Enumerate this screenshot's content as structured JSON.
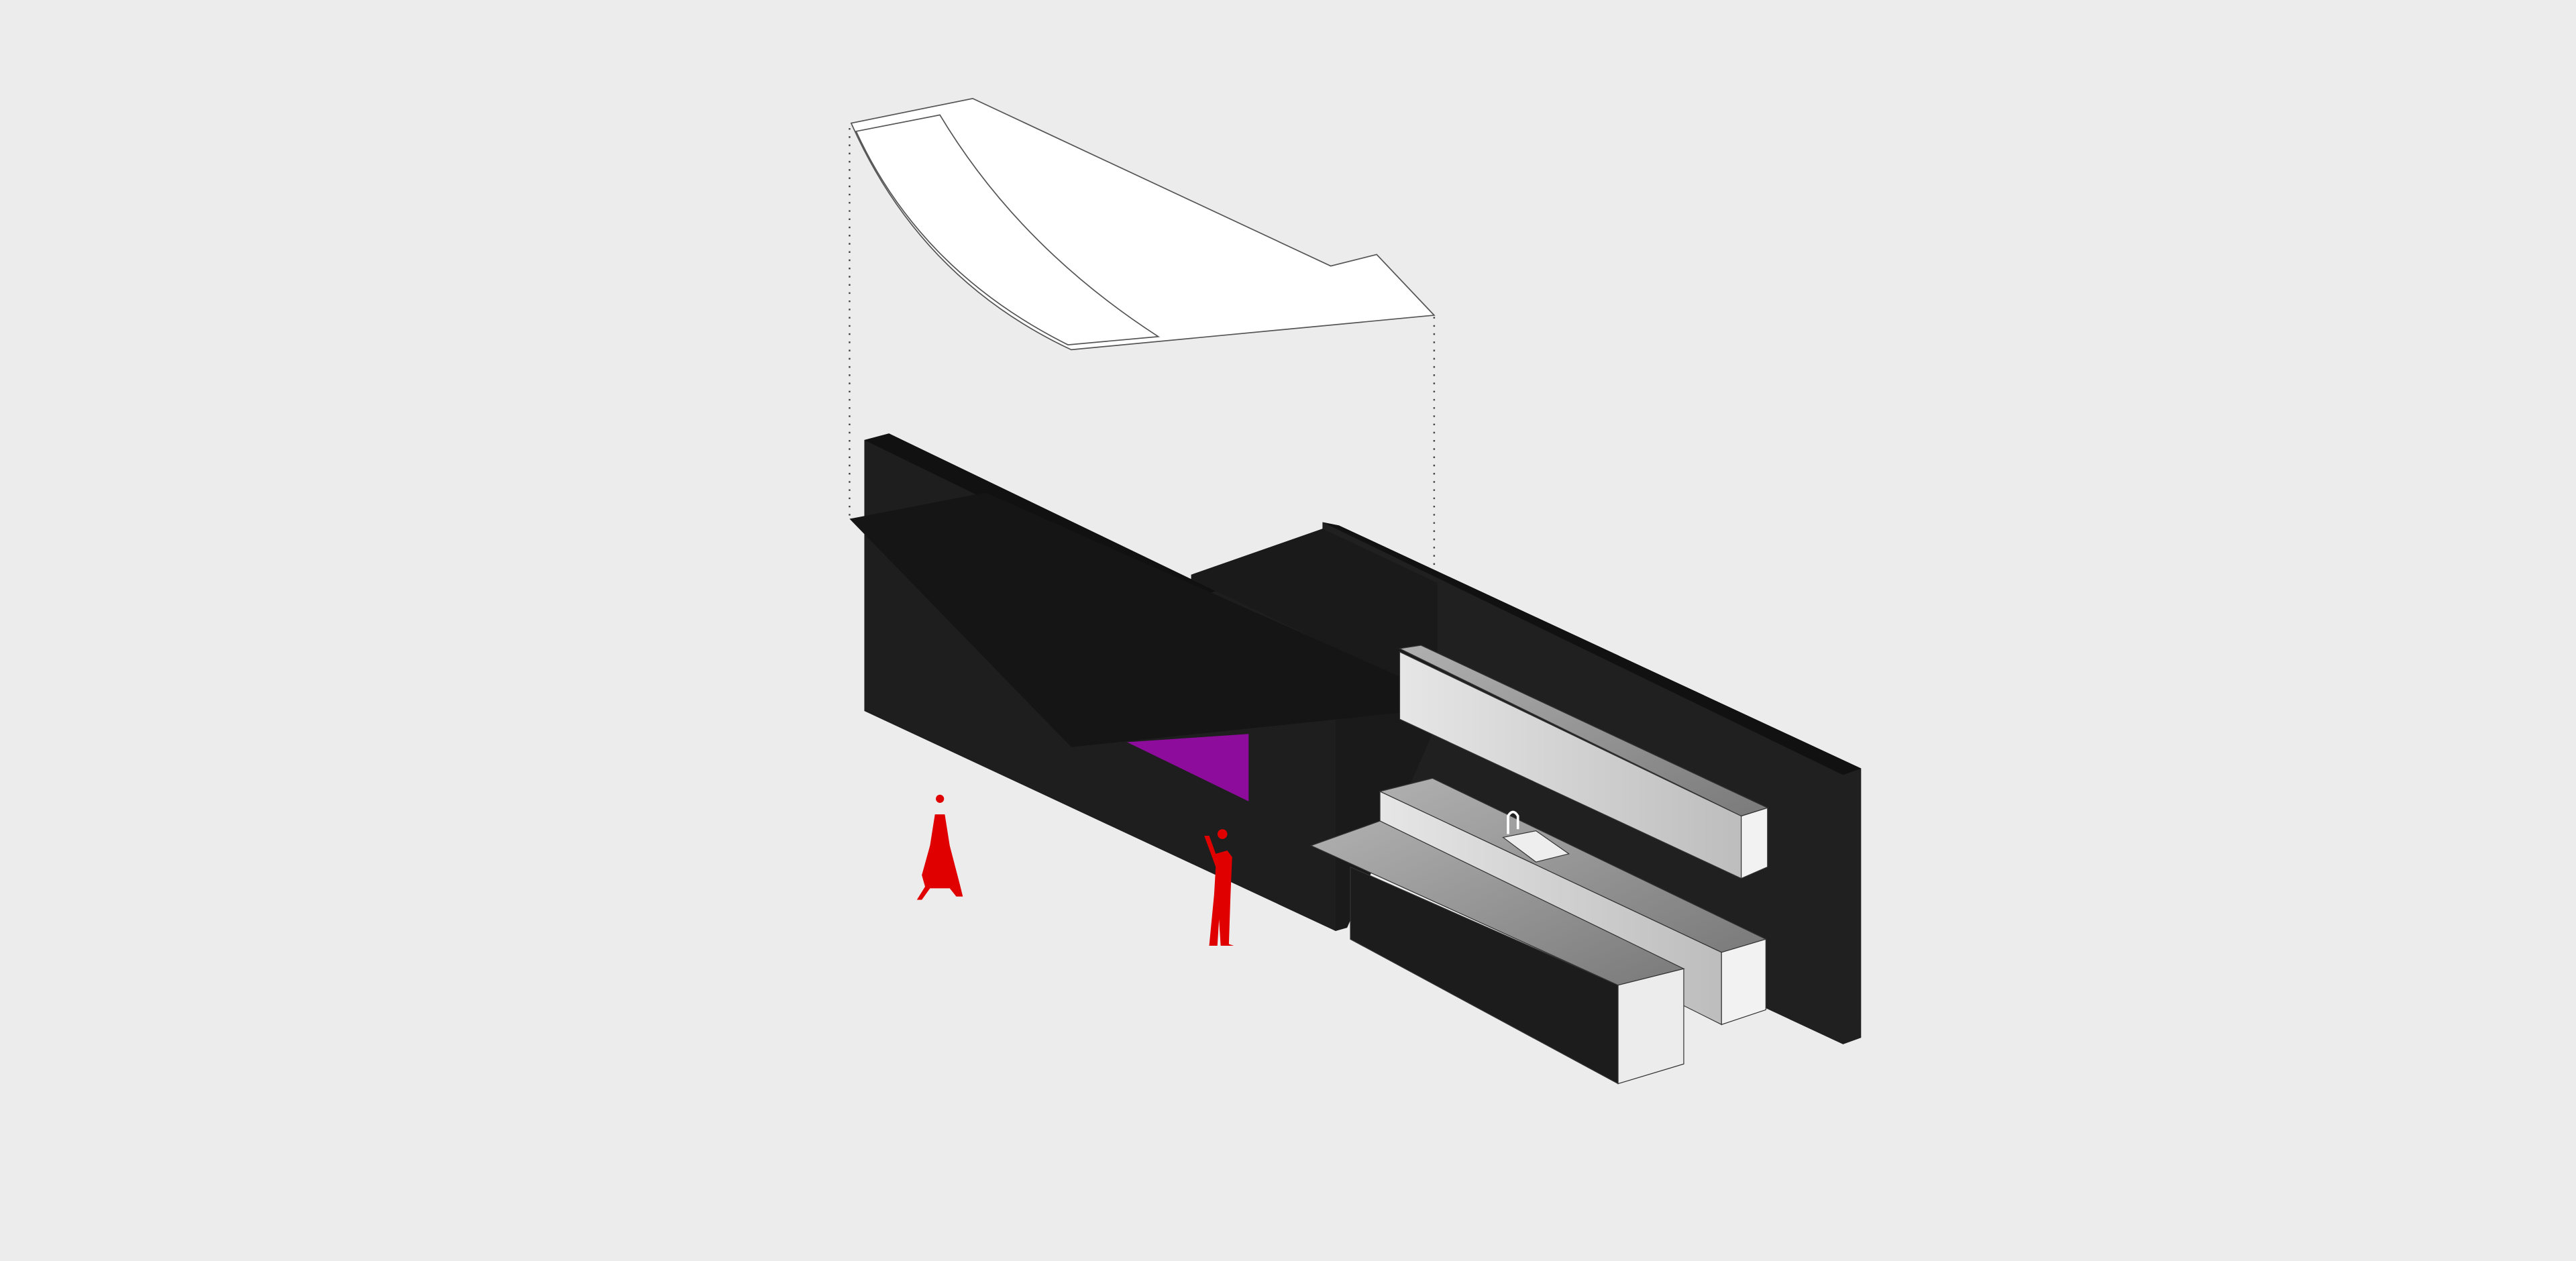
{
  "diagram": {
    "kind": "axonometric-architectural-diagram",
    "colors": {
      "background": "#ececec",
      "concrete": "#1c1c1c",
      "canopy_outline": "#555555",
      "accent_purple": "#8e0c9c",
      "figures_red": "#e00000",
      "cabinets": "#d8d8d8"
    },
    "elements": [
      "exploded-roof-canopy",
      "projection-lines",
      "concrete-walls",
      "roof-slab",
      "purple-opening",
      "kitchen-island",
      "back-counter-with-sink",
      "upper-cabinets",
      "human-figures"
    ]
  }
}
